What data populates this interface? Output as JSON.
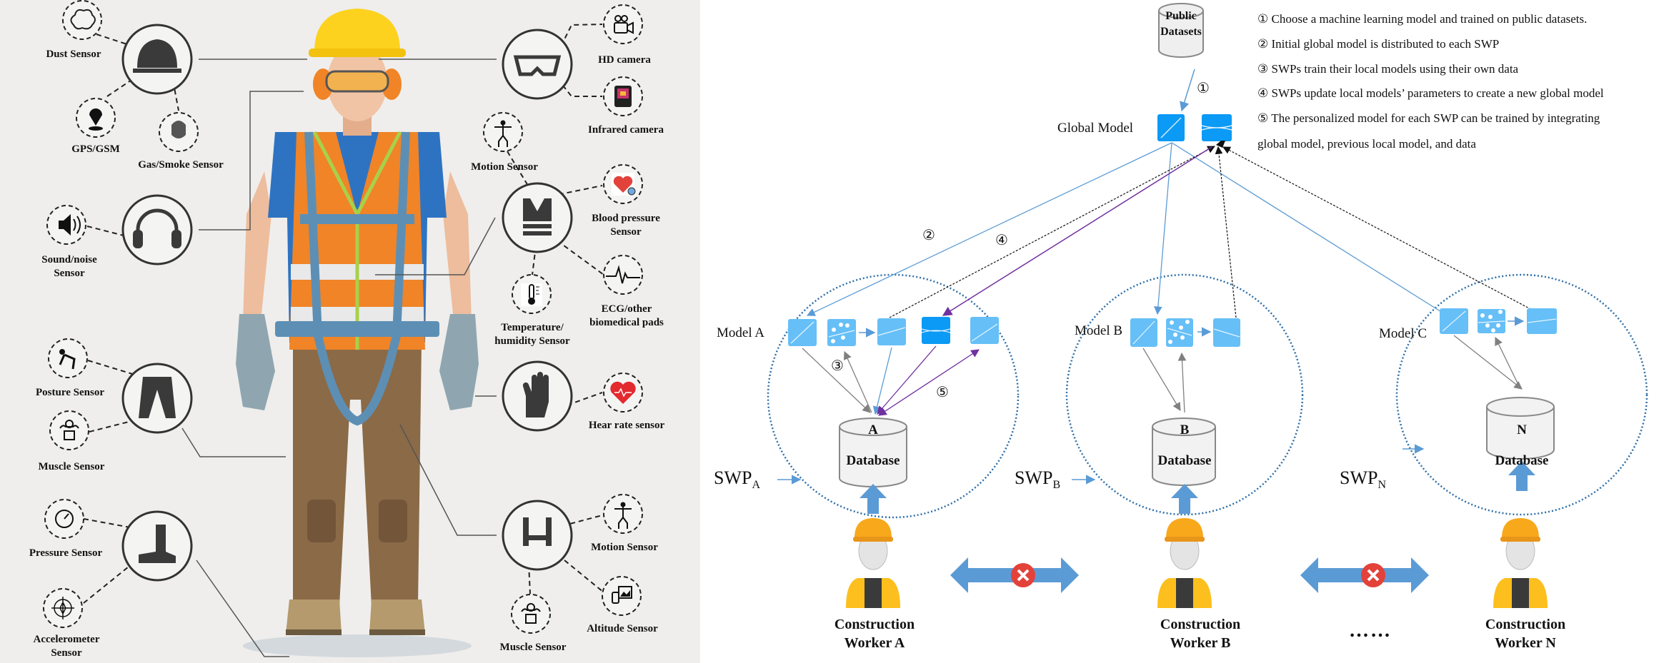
{
  "left_panel": {
    "title": "Wearable sensors for construction worker",
    "hubs": [
      {
        "id": "helmet",
        "icon": "hard-hat-icon"
      },
      {
        "id": "headphones",
        "icon": "headphones-icon"
      },
      {
        "id": "pants",
        "icon": "pants-icon"
      },
      {
        "id": "boot",
        "icon": "boot-icon"
      },
      {
        "id": "glasses",
        "icon": "safety-glasses-icon"
      },
      {
        "id": "vest",
        "icon": "safety-vest-icon"
      },
      {
        "id": "glove",
        "icon": "glove-icon"
      },
      {
        "id": "harness",
        "icon": "harness-icon"
      }
    ],
    "sensors": {
      "dust": {
        "label": "Dust Sensor",
        "icon": "dust-cloud-icon"
      },
      "gps": {
        "label": "GPS/GSM",
        "icon": "map-pin-icon"
      },
      "gas": {
        "label": "Gas/Smoke Sensor",
        "icon": "gas-mask-icon"
      },
      "sound": {
        "label1": "Sound/noise",
        "label2": "Sensor",
        "icon": "speaker-icon"
      },
      "posture": {
        "label": "Posture Sensor",
        "icon": "bending-person-icon"
      },
      "muscle_left": {
        "label": "Muscle Sensor",
        "icon": "muscle-icon"
      },
      "pressure": {
        "label": "Pressure Sensor",
        "icon": "pressure-gauge-icon"
      },
      "accelerometer": {
        "label1": "Accelerometer",
        "label2": "Sensor",
        "icon": "compass-icon"
      },
      "hd_camera": {
        "label": "HD camera",
        "icon": "video-camera-icon"
      },
      "infrared": {
        "label": "Infrared camera",
        "icon": "thermal-camera-icon"
      },
      "motion_top": {
        "label": "Motion Sensor",
        "icon": "skeleton-icon"
      },
      "blood_pressure": {
        "label1": "Blood pressure",
        "label2": "Sensor",
        "icon": "blood-pressure-icon"
      },
      "temperature": {
        "label1": "Temperature/",
        "label2": "humidity Sensor",
        "icon": "thermometer-icon"
      },
      "ecg": {
        "label1": "ECG/other",
        "label2": "biomedical pads",
        "icon": "ecg-wave-icon"
      },
      "heart_rate": {
        "label": "Hear rate sensor",
        "icon": "heart-pulse-icon"
      },
      "motion_bottom": {
        "label": "Motion Sensor",
        "icon": "skeleton-icon"
      },
      "altitude": {
        "label": "Altitude Sensor",
        "icon": "altitude-icon"
      },
      "muscle_right": {
        "label": "Muscle Sensor",
        "icon": "muscle-icon"
      }
    }
  },
  "right_panel": {
    "public_datasets": {
      "line1": "Public",
      "line2": "Datasets"
    },
    "global_model_label": "Global Model",
    "steps": [
      {
        "num": "①",
        "text": "Choose a machine  learning  model and trained  on public datasets."
      },
      {
        "num": "②",
        "text": "Initial  global model is distributed to each SWP"
      },
      {
        "num": "③",
        "text": "SWPs train  their local models using their  own data"
      },
      {
        "num": "④",
        "text": "SWPs update local models’ parameters to create a new global model"
      },
      {
        "num": "⑤",
        "text": "The personalized  model for each SWP can be trained  by integrating"
      },
      {
        "num": "",
        "text": "global model, previous local model, and data"
      }
    ],
    "markers": {
      "m1": "①",
      "m2": "②",
      "m3": "③",
      "m4": "④",
      "m5": "⑤"
    },
    "swps": [
      {
        "model_label": "Model A",
        "swp_main": "SWP",
        "swp_sub": "A",
        "db_letter": "A",
        "db_label": "Database",
        "worker_line1": "Construction",
        "worker_line2": "Worker A"
      },
      {
        "model_label": "Model B",
        "swp_main": "SWP",
        "swp_sub": "B",
        "db_letter": "B",
        "db_label": "Database",
        "worker_line1": "Construction",
        "worker_line2": "Worker B"
      },
      {
        "model_label": "Model C",
        "swp_main": "SWP",
        "swp_sub": "N",
        "db_letter": "N",
        "db_label": "Database",
        "worker_line1": "Construction",
        "worker_line2": "Worker N"
      }
    ],
    "ellipsis": "……",
    "colors": {
      "model_light": "#66bff7",
      "model_dark": "#0b9af5",
      "arrow_blue": "#5b9bd5",
      "arrow_purple": "#7030a0",
      "arrow_gray": "#808080",
      "circle_dots": "#2e6fa8",
      "no_share": "#e2423a",
      "helmet": "#f7a81b",
      "vest": "#fcbf1e"
    }
  }
}
